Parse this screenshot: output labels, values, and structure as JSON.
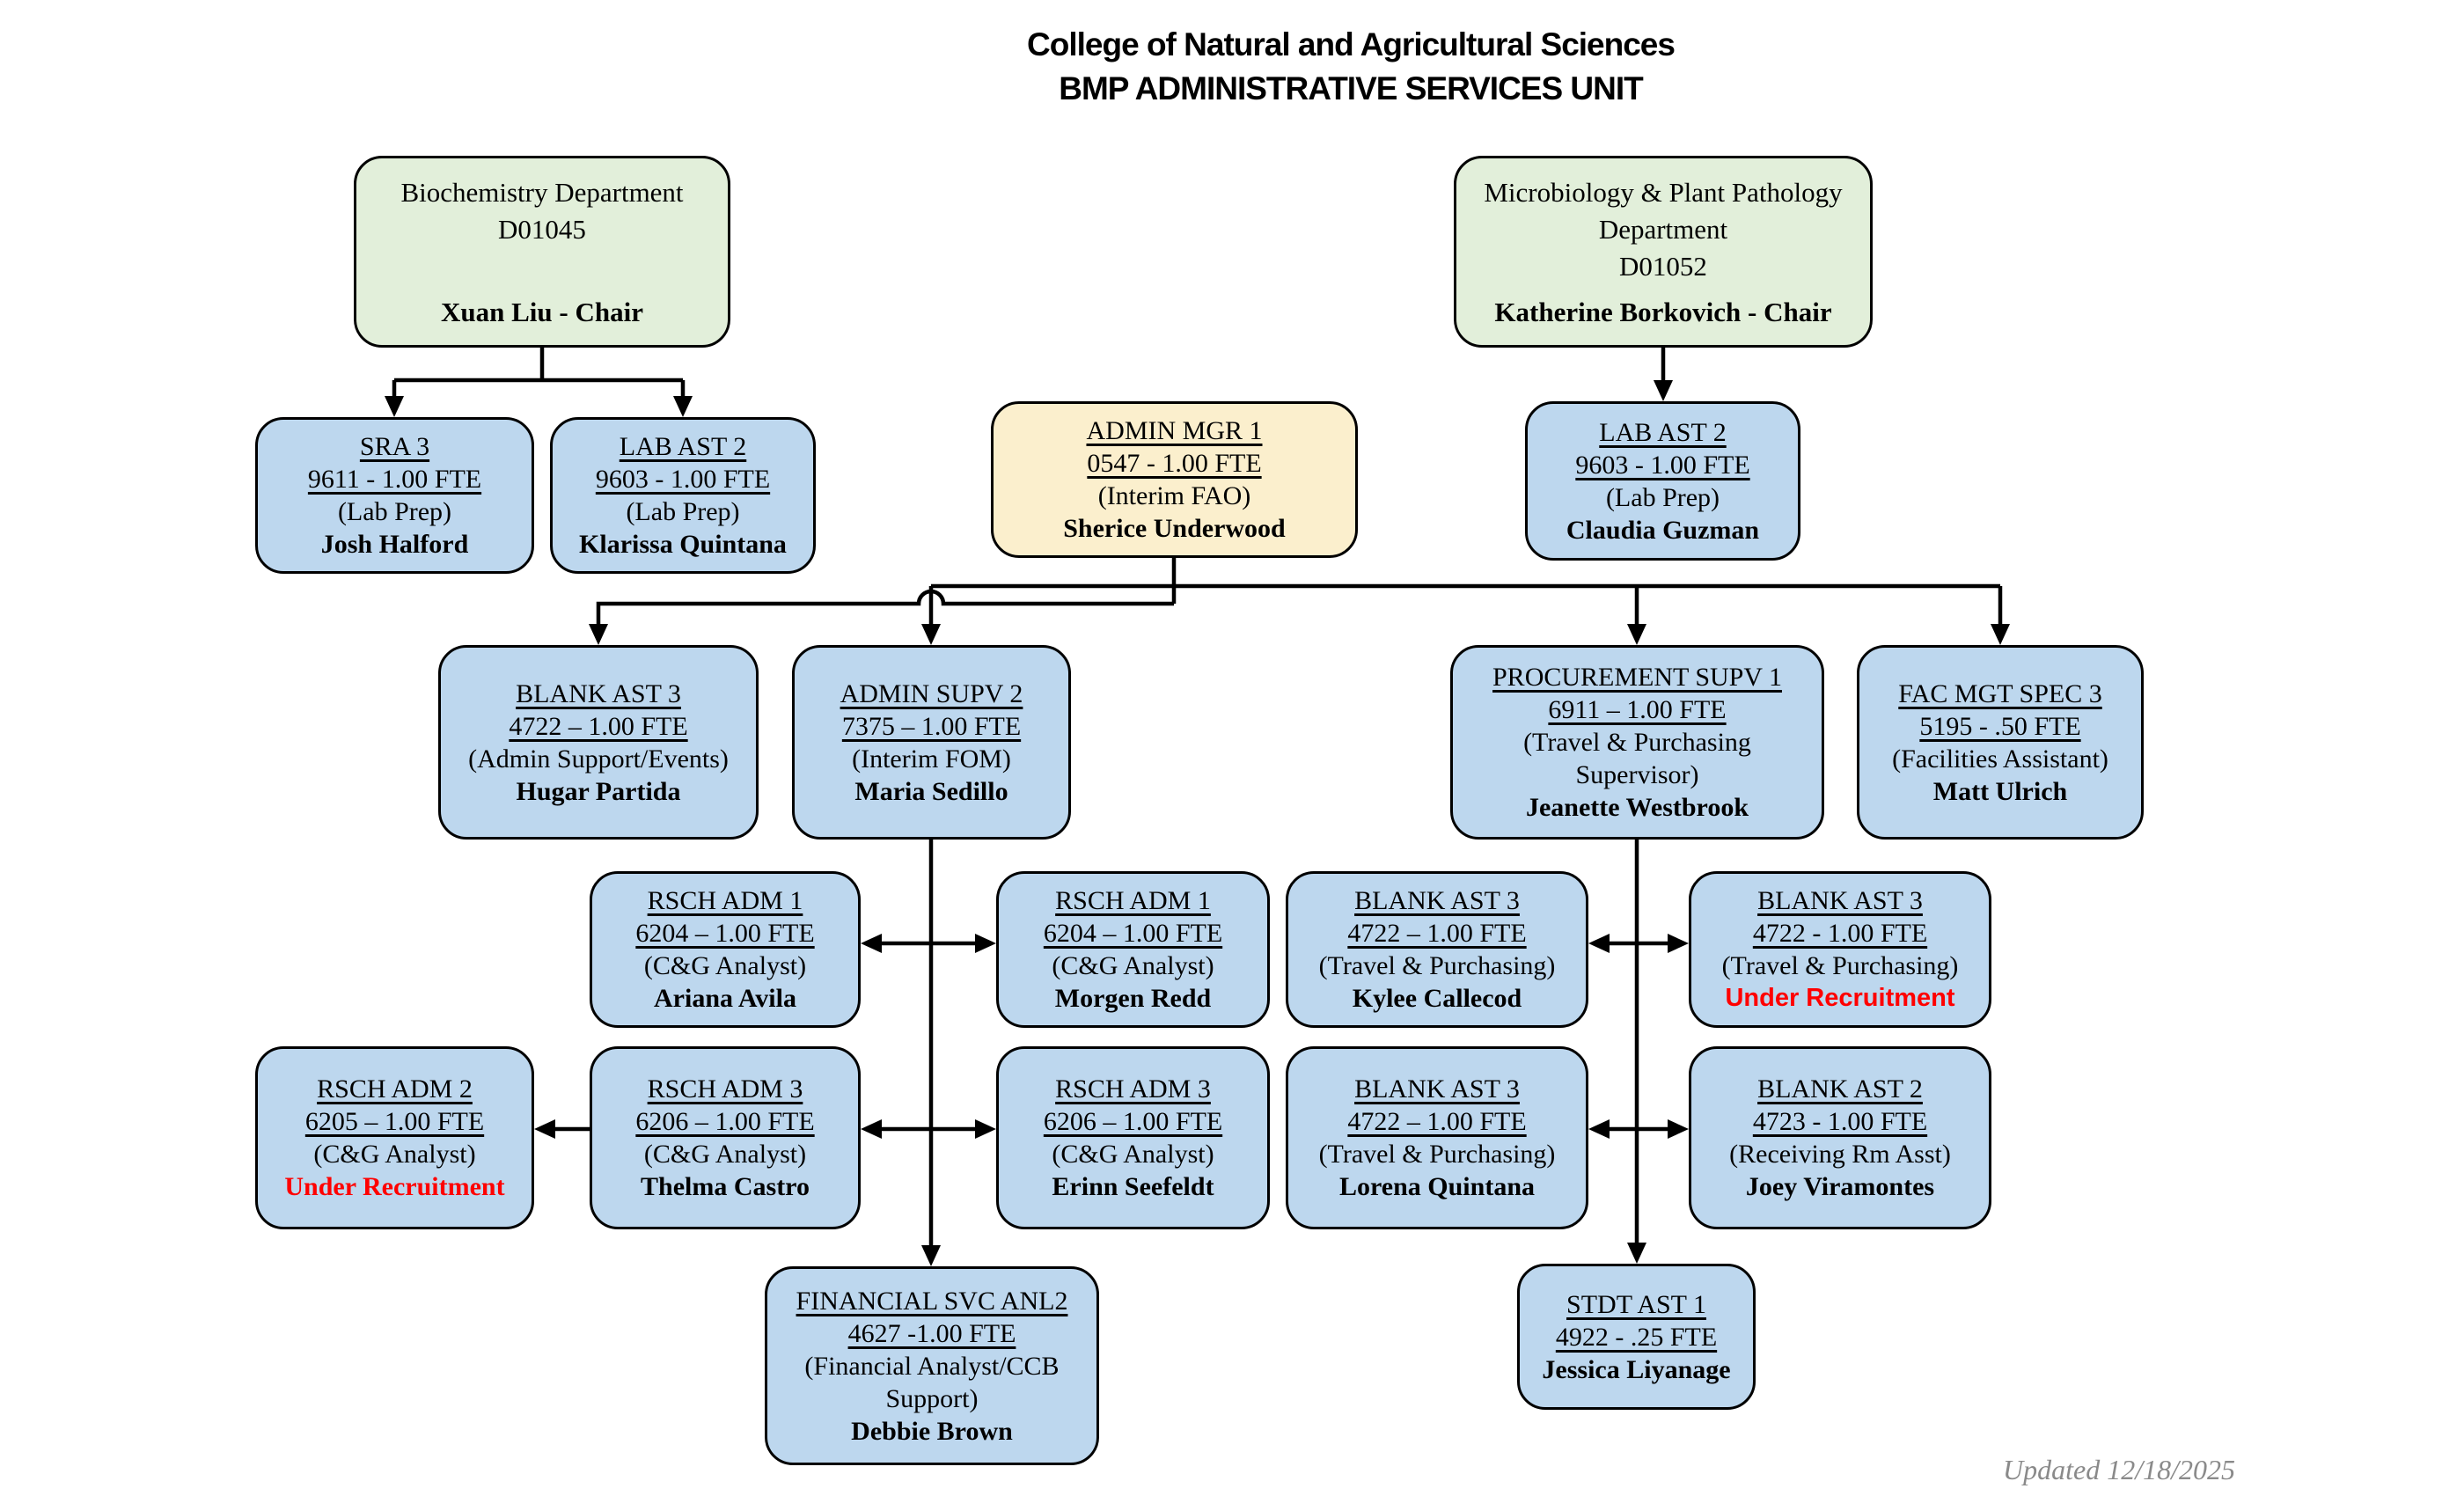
{
  "title": {
    "line1": "College of Natural and Agricultural Sciences",
    "line2": "BMP ADMINISTRATIVE SERVICES UNIT"
  },
  "footer": {
    "updated": "Updated 12/18/2025"
  },
  "colors": {
    "box_blue": "#bdd7ee",
    "box_green": "#e2efda",
    "box_yellow": "#fbefcd",
    "border": "#000000",
    "recruitment_red": "#ff0000",
    "footer_gray": "#8a8a8a"
  },
  "boxes": {
    "biochem": {
      "lines": [
        {
          "t": "Biochemistry Department",
          "s": "p"
        },
        {
          "t": "D01045",
          "s": "p"
        },
        {
          "t": "Xuan Liu - Chair",
          "s": "chair"
        }
      ]
    },
    "micro": {
      "lines": [
        {
          "t": "Microbiology & Plant Pathology",
          "s": "p"
        },
        {
          "t": "Department",
          "s": "p"
        },
        {
          "t": "D01052",
          "s": "p"
        },
        {
          "t": "Katherine Borkovich - Chair",
          "s": "chair"
        }
      ]
    },
    "sra3": {
      "lines": [
        {
          "t": "SRA 3",
          "s": "u"
        },
        {
          "t": "9611 - 1.00 FTE",
          "s": "u"
        },
        {
          "t": "(Lab Prep)",
          "s": "p"
        },
        {
          "t": "Josh Halford",
          "s": "b"
        }
      ]
    },
    "klarissa": {
      "lines": [
        {
          "t": "LAB AST 2",
          "s": "u"
        },
        {
          "t": "9603 - 1.00 FTE",
          "s": "u"
        },
        {
          "t": "(Lab Prep)",
          "s": "p"
        },
        {
          "t": "Klarissa Quintana",
          "s": "b"
        }
      ]
    },
    "adminmgr": {
      "lines": [
        {
          "t": "ADMIN MGR 1",
          "s": "u"
        },
        {
          "t": "0547 - 1.00 FTE",
          "s": "u"
        },
        {
          "t": "(Interim FAO)",
          "s": "p"
        },
        {
          "t": "Sherice Underwood",
          "s": "b"
        }
      ]
    },
    "claudia": {
      "lines": [
        {
          "t": "LAB AST 2",
          "s": "u"
        },
        {
          "t": "9603 - 1.00 FTE",
          "s": "u"
        },
        {
          "t": "(Lab Prep)",
          "s": "p"
        },
        {
          "t": "Claudia Guzman",
          "s": "b"
        }
      ]
    },
    "hugar": {
      "lines": [
        {
          "t": "BLANK AST 3",
          "s": "u"
        },
        {
          "t": "4722 – 1.00 FTE",
          "s": "u"
        },
        {
          "t": "(Admin Support/Events)",
          "s": "p"
        },
        {
          "t": "Hugar Partida",
          "s": "b"
        }
      ]
    },
    "maria": {
      "lines": [
        {
          "t": "ADMIN SUPV 2",
          "s": "u"
        },
        {
          "t": "7375 – 1.00 FTE",
          "s": "u"
        },
        {
          "t": "(Interim FOM)",
          "s": "p"
        },
        {
          "t": "Maria Sedillo",
          "s": "b"
        }
      ]
    },
    "procurement": {
      "lines": [
        {
          "t": "PROCUREMENT SUPV 1",
          "s": "u"
        },
        {
          "t": "6911 – 1.00 FTE",
          "s": "u"
        },
        {
          "t": "(Travel & Purchasing",
          "s": "p"
        },
        {
          "t": "Supervisor)",
          "s": "p"
        },
        {
          "t": "Jeanette Westbrook",
          "s": "b"
        }
      ]
    },
    "facmgt": {
      "lines": [
        {
          "t": "FAC MGT SPEC 3",
          "s": "u"
        },
        {
          "t": "5195 - .50 FTE",
          "s": "u"
        },
        {
          "t": "(Facilities Assistant)",
          "s": "p"
        },
        {
          "t": "Matt Ulrich",
          "s": "b"
        }
      ]
    },
    "ariana": {
      "lines": [
        {
          "t": "RSCH ADM 1",
          "s": "u"
        },
        {
          "t": "6204 – 1.00 FTE",
          "s": "u"
        },
        {
          "t": "(C&G Analyst)",
          "s": "p"
        },
        {
          "t": "Ariana Avila",
          "s": "b"
        }
      ]
    },
    "morgen": {
      "lines": [
        {
          "t": "RSCH ADM 1",
          "s": "u"
        },
        {
          "t": "6204 – 1.00 FTE",
          "s": "u"
        },
        {
          "t": "(C&G Analyst)",
          "s": "p"
        },
        {
          "t": "Morgen Redd",
          "s": "b"
        }
      ]
    },
    "kylee": {
      "lines": [
        {
          "t": "BLANK AST 3",
          "s": "u"
        },
        {
          "t": "4722 – 1.00 FTE",
          "s": "u"
        },
        {
          "t": "(Travel & Purchasing)",
          "s": "p"
        },
        {
          "t": "Kylee Callecod",
          "s": "b"
        }
      ]
    },
    "ur_travel": {
      "lines": [
        {
          "t": "BLANK AST 3",
          "s": "u"
        },
        {
          "t": "4722 - 1.00 FTE",
          "s": "u"
        },
        {
          "t": "(Travel & Purchasing)",
          "s": "p"
        },
        {
          "t": "Under Recruitment",
          "s": "rbsans"
        }
      ]
    },
    "rschadm2": {
      "lines": [
        {
          "t": "RSCH ADM 2",
          "s": "u"
        },
        {
          "t": "6205 – 1.00 FTE",
          "s": "u"
        },
        {
          "t": "(C&G Analyst)",
          "s": "p"
        },
        {
          "t": "Under Recruitment",
          "s": "rbserif"
        }
      ]
    },
    "thelma": {
      "lines": [
        {
          "t": "RSCH ADM 3",
          "s": "u"
        },
        {
          "t": "6206 – 1.00 FTE",
          "s": "u"
        },
        {
          "t": "(C&G Analyst)",
          "s": "p"
        },
        {
          "t": "Thelma Castro",
          "s": "b"
        }
      ]
    },
    "erinn": {
      "lines": [
        {
          "t": "RSCH ADM 3",
          "s": "u"
        },
        {
          "t": "6206 – 1.00 FTE",
          "s": "u"
        },
        {
          "t": "(C&G Analyst)",
          "s": "p"
        },
        {
          "t": "Erinn Seefeldt",
          "s": "b"
        }
      ]
    },
    "lorena": {
      "lines": [
        {
          "t": "BLANK AST 3",
          "s": "u"
        },
        {
          "t": "4722 – 1.00 FTE",
          "s": "u"
        },
        {
          "t": "(Travel & Purchasing)",
          "s": "p"
        },
        {
          "t": "Lorena Quintana",
          "s": "b"
        }
      ]
    },
    "joey": {
      "lines": [
        {
          "t": "BLANK AST 2",
          "s": "u"
        },
        {
          "t": "4723 - 1.00 FTE",
          "s": "u"
        },
        {
          "t": "(Receiving Rm Asst)",
          "s": "p"
        },
        {
          "t": "Joey Viramontes",
          "s": "b"
        }
      ]
    },
    "financial": {
      "lines": [
        {
          "t": "FINANCIAL SVC ANL2",
          "s": "u"
        },
        {
          "t": "4627 -1.00 FTE",
          "s": "u"
        },
        {
          "t": "(Financial Analyst/CCB",
          "s": "p"
        },
        {
          "t": "Support)",
          "s": "p"
        },
        {
          "t": "Debbie Brown",
          "s": "b"
        }
      ]
    },
    "stdt": {
      "lines": [
        {
          "t": "STDT AST 1",
          "s": "u"
        },
        {
          "t": "4922 - .25 FTE",
          "s": "u"
        },
        {
          "t": "Jessica Liyanage",
          "s": "b"
        }
      ]
    }
  }
}
